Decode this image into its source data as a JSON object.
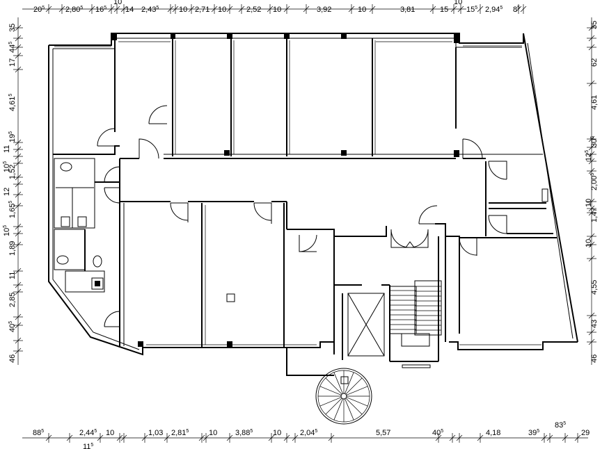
{
  "dimensions": {
    "top": [
      "20",
      "2,80",
      "16",
      "10",
      "14",
      "2,43",
      "10",
      "2,71",
      "10",
      "2,52",
      "10",
      "3,92",
      "10",
      "3,81",
      "15",
      "10",
      "15",
      "2,94",
      "8"
    ],
    "top_sup": [
      "5",
      "5",
      "5",
      "",
      "",
      "5",
      "",
      "",
      "",
      "",
      "",
      "",
      "",
      "",
      "",
      "",
      "5",
      "5",
      "5"
    ],
    "bottom": [
      "88",
      "2,44",
      "10",
      "1,03",
      "2,81",
      "10",
      "3,88",
      "10",
      "2,04",
      "5,57",
      "40",
      "4,18",
      "39",
      "83",
      "29"
    ],
    "bottom_sup": [
      "5",
      "5",
      "",
      "",
      "5",
      "",
      "5",
      "",
      "5",
      "",
      "5",
      "",
      "5",
      "5",
      ""
    ],
    "bottom_extra": "11",
    "bottom_extra_sup": "5",
    "left": [
      "35",
      "44",
      "17",
      "4,61",
      "19",
      "11",
      "10",
      "1,52",
      "12",
      "1,65",
      "10",
      "1,89",
      "11",
      "2,85",
      "40",
      "46"
    ],
    "left_sup": [
      "",
      "5",
      "",
      "5",
      "5",
      "",
      "5",
      "",
      "",
      "5",
      "5",
      "",
      "",
      "",
      "5",
      ""
    ],
    "right": [
      "35",
      "62",
      "4,61",
      "30",
      "12",
      "2,00",
      "10",
      "1,47",
      "10",
      "4,55",
      "43",
      "46"
    ],
    "right_sup": [
      "",
      "",
      "",
      "5",
      "5",
      "5",
      "",
      "",
      "",
      "",
      "",
      ""
    ]
  }
}
